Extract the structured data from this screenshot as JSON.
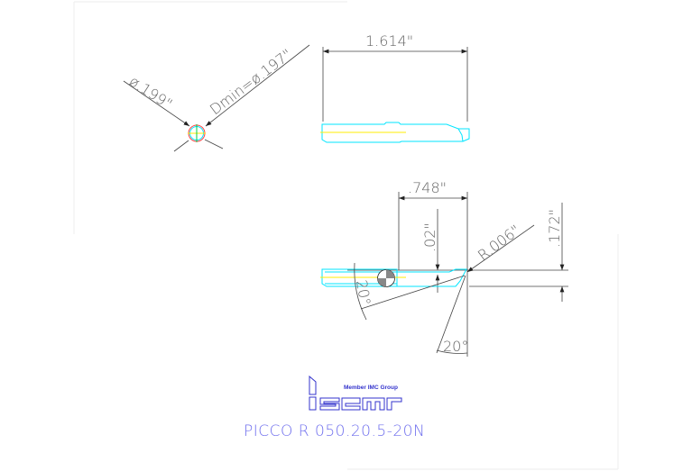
{
  "drawing": {
    "end_view": {
      "diameter_label": "ø.199\"",
      "dmin_label": "Dmin=ø.197\""
    },
    "side_view": {
      "length_label": "1.614\""
    },
    "top_view": {
      "width_label": ".748\"",
      "offset_label": ".02\"",
      "radius_label": "R.006\"",
      "height_label": ".172\"",
      "angle_left_label": "20°",
      "angle_bottom_label": "20°"
    },
    "logo": {
      "brand": "Iscar",
      "tagline": "Member IMC Group"
    },
    "part_number": "PICCO R 050.20.5-20N",
    "colors": {
      "outline": "#00e5ff",
      "centerline": "#ffee00",
      "dimension": "#444444",
      "brand": "#3333cc",
      "part_number": "#7070ee"
    }
  }
}
